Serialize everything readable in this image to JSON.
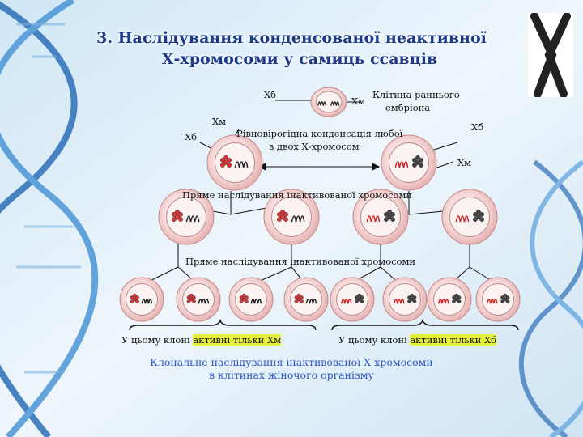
{
  "title": {
    "line1": "3. Наслідування конденсованої неактивної",
    "line2": "Х-хромосоми у самиць ссавців"
  },
  "labels": {
    "xb_top": "Хб",
    "xm_top": "Хм",
    "early_cell": "Клітина раннього",
    "early_cell2": "ембріона",
    "xm_left": "Хм",
    "xb_left": "Хб",
    "xb_right": "Хб",
    "xm_right": "Хм",
    "equiprobable": "Рівновірогідна конденсація любої",
    "equiprobable2": "з двох Х-хромосом",
    "direct1": "Пряме наслідування інактивованої хромосоми",
    "direct2": "Пряме наслідування інактивованої хромосоми"
  },
  "clone_left": {
    "prefix": "У цьому клоні ",
    "active": "активні тільки Хм"
  },
  "clone_right": {
    "prefix": "У цьому клоні ",
    "active": "активні тільки Хб"
  },
  "caption": {
    "line1": "Клональне наслідування інактивованої Х-хромосоми",
    "line2": "в клітинах жіночого організму"
  },
  "colors": {
    "cell_fill": "#f2d2d2",
    "nucleus": "#fbf4f4",
    "x_inactive": "#d33",
    "text_blue": "#2a56c8",
    "highlight": "#e6f03c"
  }
}
